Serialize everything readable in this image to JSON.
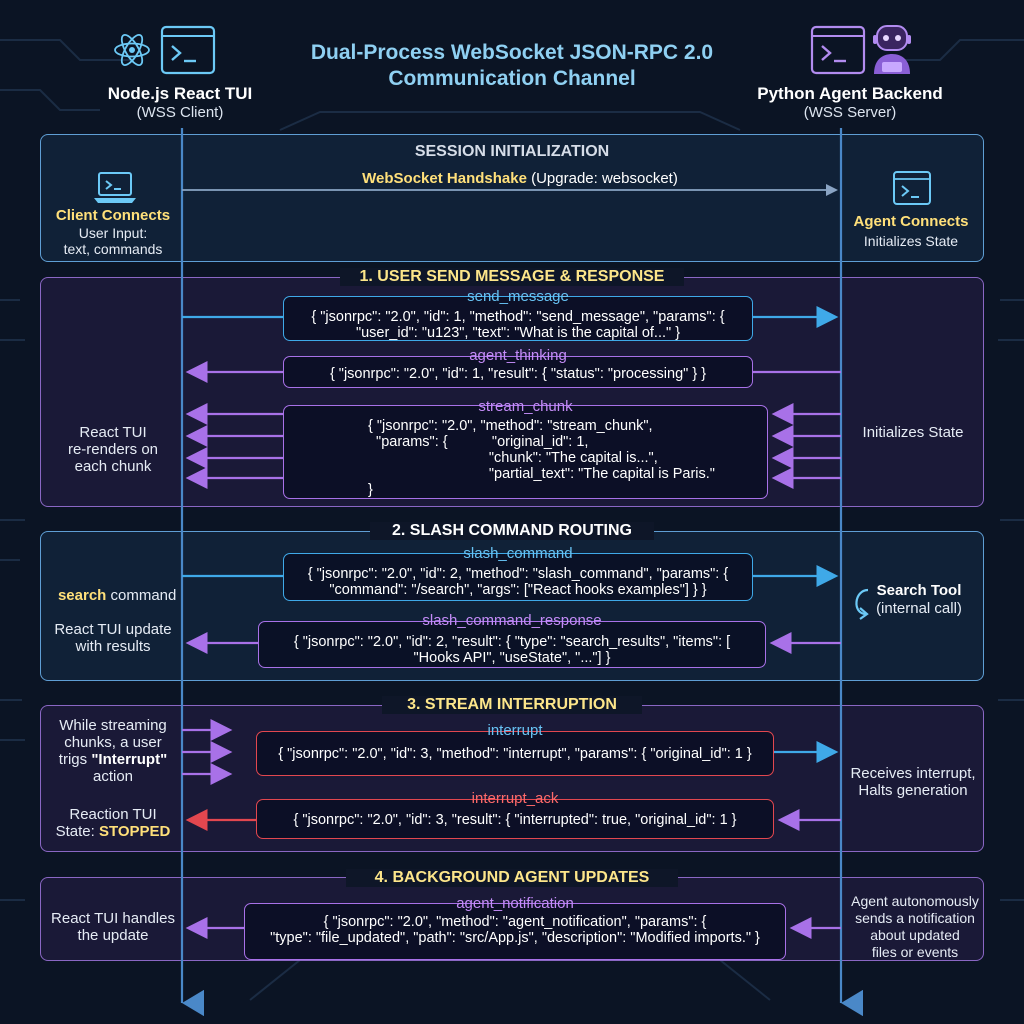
{
  "title": "Dual-Process WebSocket JSON-RPC 2.0\nCommunication Channel",
  "client": {
    "name": "Node.js React TUI",
    "sub": "(WSS Client)"
  },
  "server": {
    "name": "Python Agent Backend",
    "sub": "(WSS Server)"
  },
  "init": {
    "title": "SESSION INITIALIZATION",
    "handshake_key": "WebSocket Handshake",
    "handshake_rest": " (Upgrade: websocket)",
    "client_title": "Client Connects",
    "client_desc": "User Input:\ntext, commands",
    "agent_title": "Agent Connects",
    "agent_desc": "Initializes State"
  },
  "sec1": {
    "title": "1. USER SEND MESSAGE & RESPONSE",
    "send_label": "send_message",
    "send_body": "{ \"jsonrpc\": \"2.0\", \"id\": 1, \"method\": \"send_message\", \"params\": {\n\"user_id\": \"u123\", \"text\": \"What is the capital of...\" }",
    "think_label": "agent_thinking",
    "think_body": "{ \"jsonrpc\": \"2.0\", \"id\": 1, \"result\": { \"status\": \"processing\" } }",
    "chunk_label": "stream_chunk",
    "chunk_body": "{ \"jsonrpc\": \"2.0\", \"method\": \"stream_chunk\",\n  \"params\": {           \"original_id\": 1,\n                              \"chunk\": \"The capital is...\",\n                              \"partial_text\": \"The capital is Paris.\"\n}",
    "left_note": "React TUI\nre-renders on\neach chunk",
    "right_note": "Initializes State"
  },
  "sec2": {
    "title": "2. SLASH COMMAND ROUTING",
    "cmd_label": "slash_command",
    "cmd_body": "{ \"jsonrpc\": \"2.0\", \"id\": 2, \"method\": \"slash_command\", \"params\": {\n\"command\": \"/search\", \"args\": [\"React hooks examples\"] } }",
    "resp_label": "slash_command_response",
    "resp_body": "{ \"jsonrpc\": \"2.0\", \"id\": 2, \"result\": { \"type\": \"search_results\", \"items\": [\n\"Hooks API\", \"useState\", \"...\"] }",
    "left_key": "search",
    "left_rest": " command",
    "left_note2": "React TUI update\nwith results",
    "right_title": "Search Tool",
    "right_desc": "(internal call)"
  },
  "sec3": {
    "title": "3. STREAM INTERRUPTION",
    "int_label": "interrupt",
    "int_body": "{ \"jsonrpc\": \"2.0\", \"id\": 3, \"method\": \"interrupt\", \"params\": { \"original_id\": 1 }",
    "ack_label": "interrupt_ack",
    "ack_body": "{ \"jsonrpc\": \"2.0\", \"id\": 3, \"result\": { \"interrupted\": true, \"original_id\": 1 }",
    "left_a": "While streaming\nchunks, a user\ntrigs ",
    "left_key": "\"Interrupt\"",
    "left_b": "action",
    "left_c": "Reaction TUI\nState: ",
    "left_state": "STOPPED",
    "right_note": "Receives interrupt,\nHalts generation"
  },
  "sec4": {
    "title": "4. BACKGROUND AGENT UPDATES",
    "notif_label": "agent_notification",
    "notif_body": "{ \"jsonrpc\": \"2.0\", \"method\": \"agent_notification\", \"params\": {\n\"type\": \"file_updated\", \"path\": \"src/App.js\", \"description\": \"Modified imports.\" }",
    "left_note": "React TUI handles\nthe update",
    "right_note": "Agent autonomously\nsends a notification\nabout updated\nfiles or events"
  },
  "colors": {
    "blue": "#3fa9e8",
    "purple": "#a871e8",
    "red": "#e2474f",
    "yellow": "#ffe07a"
  }
}
